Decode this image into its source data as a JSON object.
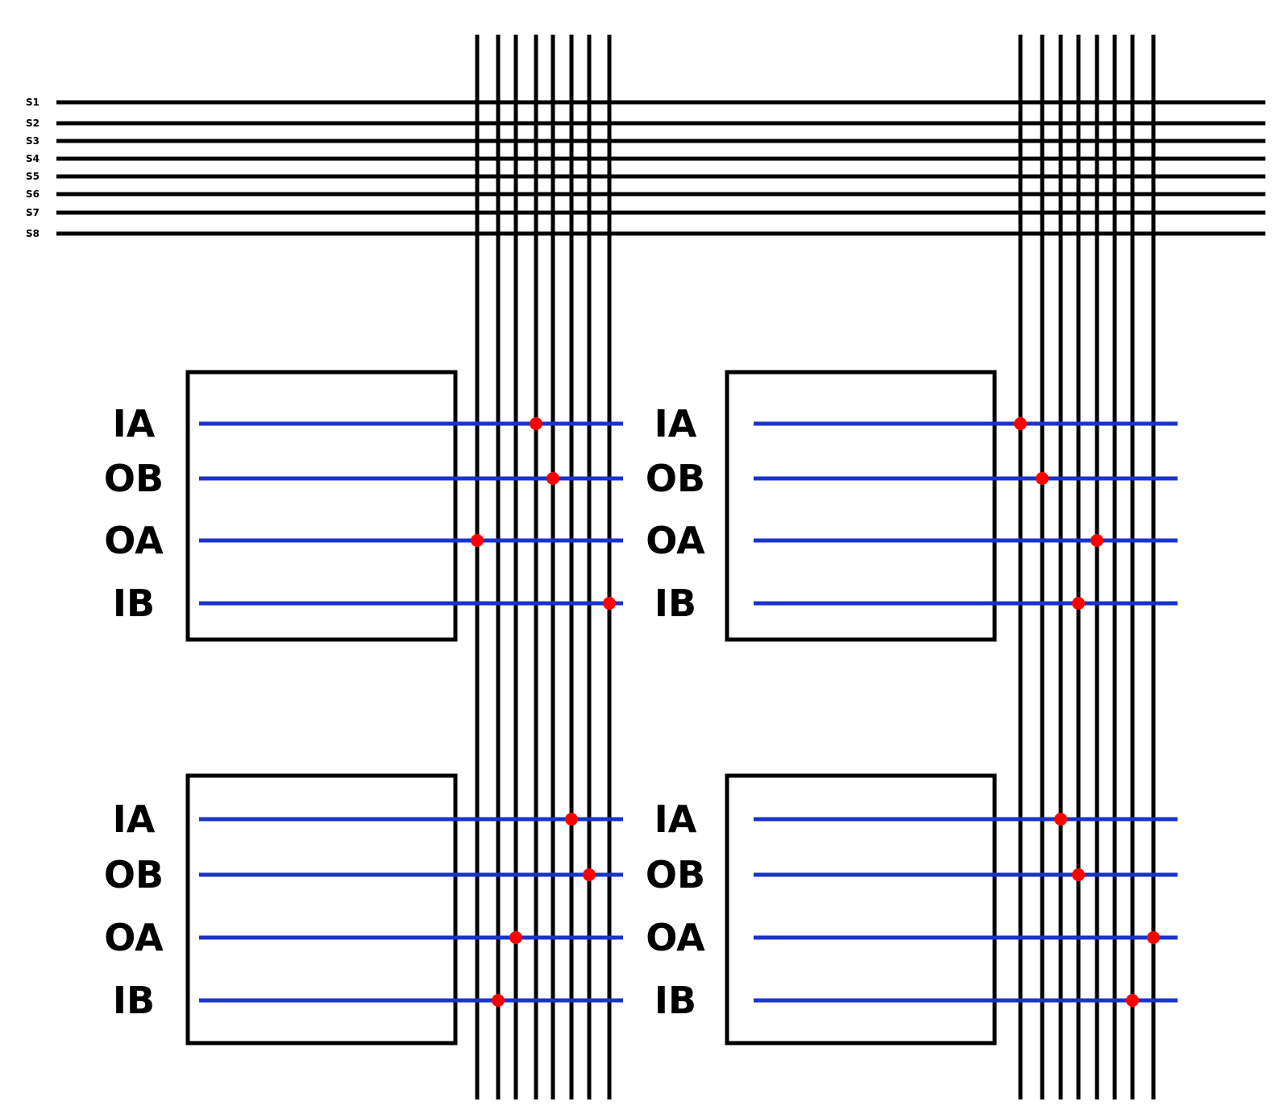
{
  "colors": {
    "background": "#ffffff",
    "bus_line": "#000000",
    "port_line": "#1a33cc",
    "connection_dot": "#ff0000",
    "module_border": "#000000"
  },
  "bus_labels": [
    "S1",
    "S2",
    "S3",
    "S4",
    "S5",
    "S6",
    "S7",
    "S8"
  ],
  "modules": [
    {
      "id": "top-left",
      "ports": [
        {
          "label": "IA",
          "connects_to": "S4"
        },
        {
          "label": "OB",
          "connects_to": "S5"
        },
        {
          "label": "OA",
          "connects_to": "S1"
        },
        {
          "label": "IB",
          "connects_to": "S8"
        }
      ]
    },
    {
      "id": "top-right",
      "ports": [
        {
          "label": "IA",
          "connects_to": "S1"
        },
        {
          "label": "OB",
          "connects_to": "S2"
        },
        {
          "label": "OA",
          "connects_to": "S5"
        },
        {
          "label": "IB",
          "connects_to": "S4"
        }
      ]
    },
    {
      "id": "bottom-left",
      "ports": [
        {
          "label": "IA",
          "connects_to": "S6"
        },
        {
          "label": "OB",
          "connects_to": "S7"
        },
        {
          "label": "OA",
          "connects_to": "S3"
        },
        {
          "label": "IB",
          "connects_to": "S2"
        }
      ]
    },
    {
      "id": "bottom-right",
      "ports": [
        {
          "label": "IA",
          "connects_to": "S3"
        },
        {
          "label": "OB",
          "connects_to": "S4"
        },
        {
          "label": "OA",
          "connects_to": "S8"
        },
        {
          "label": "IB",
          "connects_to": "S7"
        }
      ]
    }
  ]
}
